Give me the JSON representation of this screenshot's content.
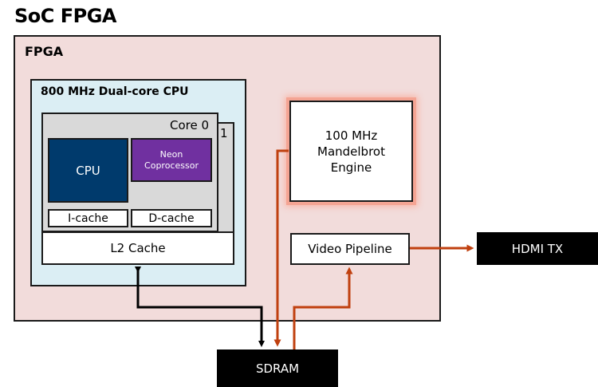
{
  "title": "SoC FPGA",
  "fpga": {
    "label": "FPGA"
  },
  "cpu_cluster": {
    "label": "800 MHz Dual-core CPU",
    "core0_label": "Core 0",
    "core1_label": "1",
    "cpu_label": "CPU",
    "neon_label_line1": "Neon",
    "neon_label_line2": "Coprocessor",
    "icache_label": "I-cache",
    "dcache_label": "D-cache",
    "l2_label": "L2 Cache"
  },
  "mandelbrot": {
    "line1": "100 MHz",
    "line2": "Mandelbrot",
    "line3": "Engine"
  },
  "video_pipeline": {
    "label": "Video Pipeline"
  },
  "hdmi": {
    "label": "HDMI TX"
  },
  "sdram": {
    "label": "SDRAM"
  },
  "colors": {
    "fpga_bg": "#f2dcdb",
    "cluster_bg": "#dbeef4",
    "core_bg": "#d9d9d9",
    "cpu_bg": "#003a6c",
    "neon_bg": "#7030a0",
    "glow": "#f4a493",
    "orange_arrow": "#c0400f",
    "black_arrow": "#000000"
  },
  "connections": [
    {
      "from": "sdram",
      "to": "l2-cache",
      "type": "bidirectional",
      "color": "black"
    },
    {
      "from": "mandelbrot-engine",
      "to": "sdram",
      "type": "unidirectional",
      "color": "orange"
    },
    {
      "from": "sdram",
      "to": "video-pipeline",
      "type": "unidirectional",
      "color": "orange"
    },
    {
      "from": "video-pipeline",
      "to": "hdmi-tx",
      "type": "unidirectional",
      "color": "orange"
    }
  ]
}
